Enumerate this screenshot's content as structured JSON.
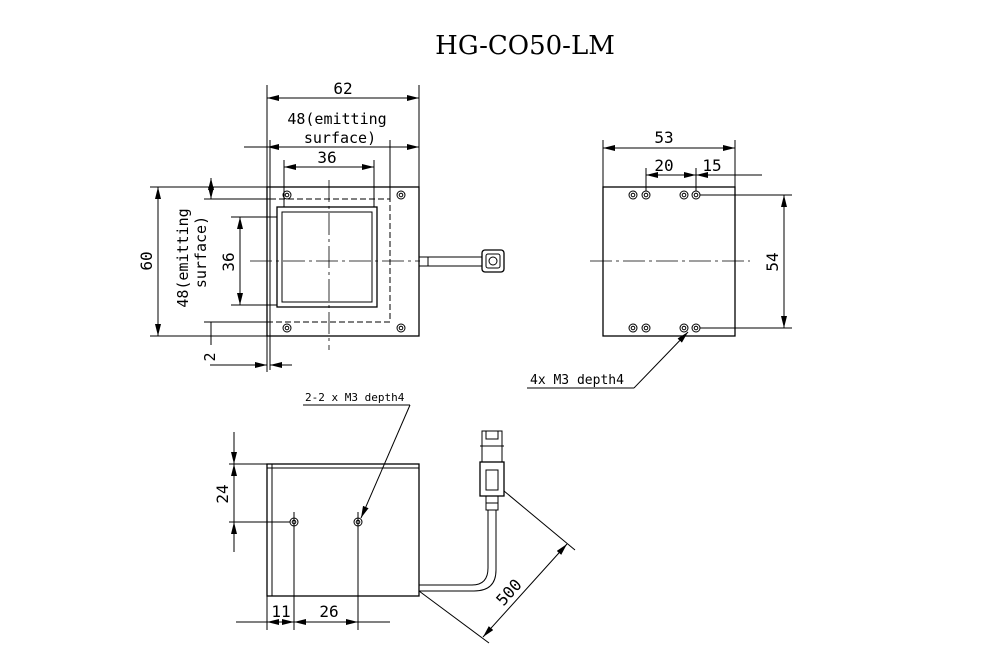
{
  "title": "HG-CO50-LM",
  "front_view": {
    "dim_width": "62",
    "dim_emit_h_line1": "48(emitting",
    "dim_emit_h_line2": "surface)",
    "dim_inner_h": "36",
    "dim_height": "60",
    "dim_emit_v_line1": "48(emitting",
    "dim_emit_v_line2": "surface)",
    "dim_inner_v": "36",
    "dim_margin": "2"
  },
  "side_view": {
    "dim_width": "53",
    "dim_hole_pitch": "20",
    "dim_hole_offset": "15",
    "dim_height": "54",
    "thread_callout": "4x M3 depth4"
  },
  "bottom_view": {
    "thread_callout": "2-2 x M3 depth4",
    "dim_hole_height": "24",
    "dim_hole1_offset": "11",
    "dim_hole_pitch": "26",
    "dim_cable_length": "500"
  }
}
